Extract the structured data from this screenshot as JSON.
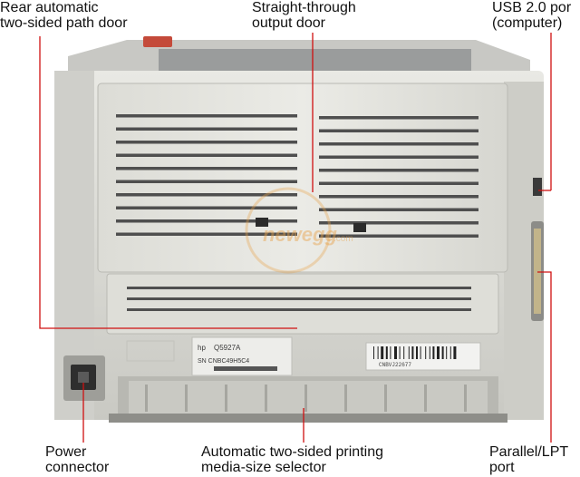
{
  "callouts": {
    "rear_door": {
      "line1": "Rear automatic",
      "line2": "two-sided path door"
    },
    "output_door": {
      "line1": "Straight-through",
      "line2": "output door"
    },
    "usb_port": {
      "line1": "USB 2.0 por",
      "line2": "(computer)"
    },
    "power_connector": {
      "line1": "Power",
      "line2": "connector"
    },
    "media_selector": {
      "line1": "Automatic two-sided printing",
      "line2": "media-size selector"
    },
    "parallel_port": {
      "line1": "Parallel/LPT",
      "line2": "port"
    }
  },
  "printer_label": {
    "model": "Q5927A",
    "serial": "SN CNBC49H5C4",
    "barcode_text": "CNBVJ22677"
  },
  "watermark": {
    "text": "newegg",
    "suffix": ".com"
  },
  "colors": {
    "body": "#d9d9d3",
    "panel": "#e3e3de",
    "vent": "#4f4f4f",
    "watermark": "#e8a24a",
    "callout_line": "#d01010"
  }
}
